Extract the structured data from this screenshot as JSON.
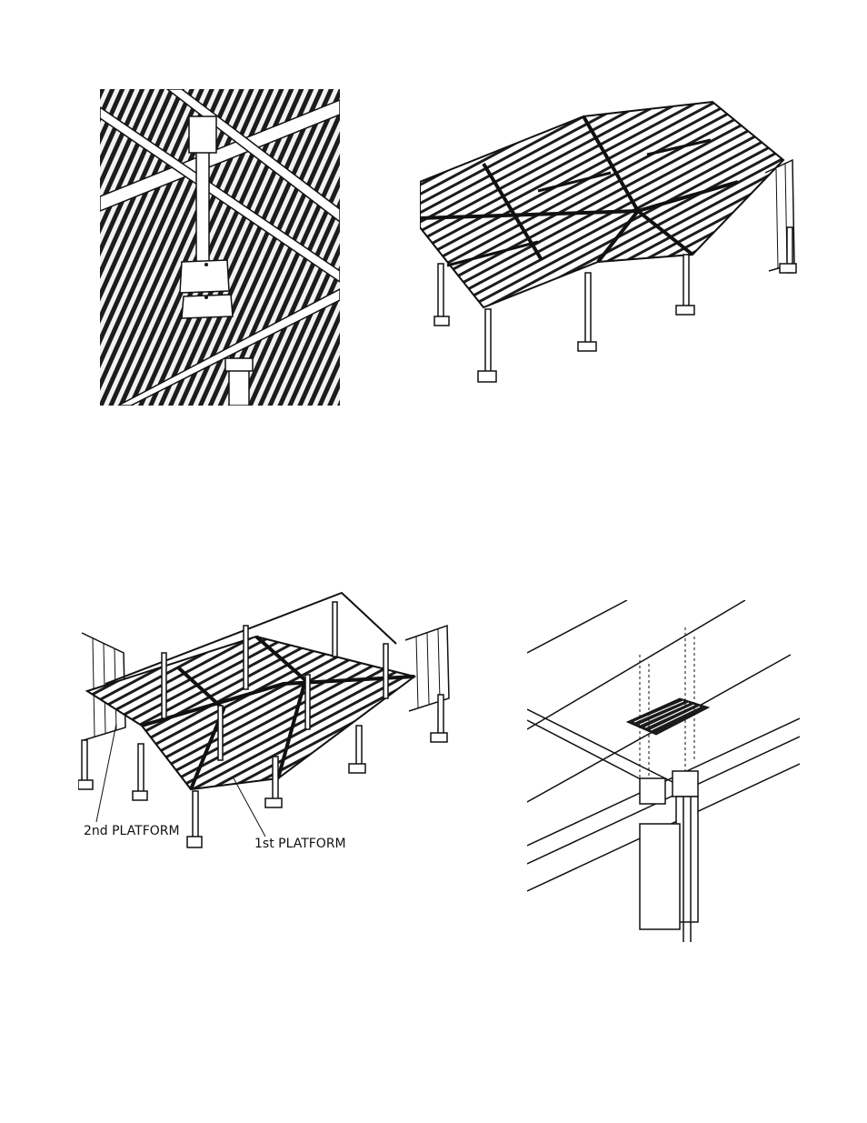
{
  "figures": [
    {
      "id": "underside-detail"
    },
    {
      "id": "two-platform-top"
    },
    {
      "id": "platform-assembly"
    },
    {
      "id": "grate-insert-detail"
    }
  ],
  "labels": {
    "platform_2": "2nd PLATFORM",
    "platform_1": "1st PLATFORM"
  }
}
